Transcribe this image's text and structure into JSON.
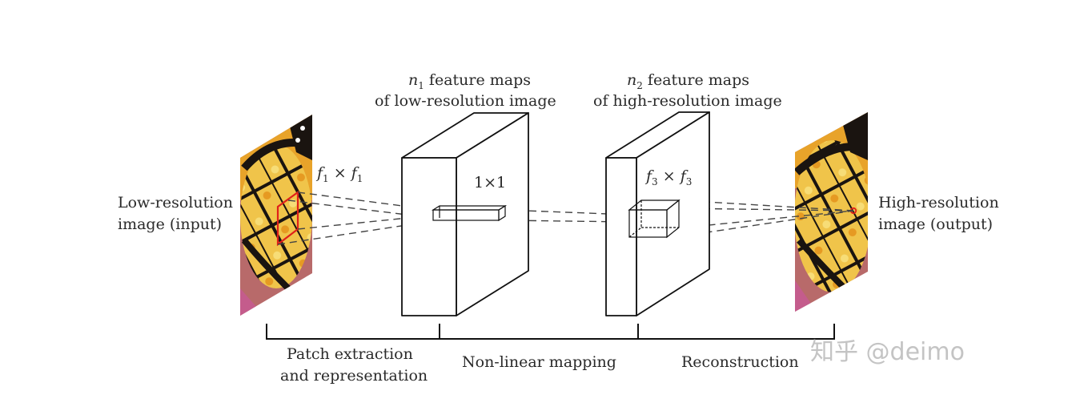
{
  "input_label": {
    "line1": "Low-resolution",
    "line2": "image (input)"
  },
  "output_label": {
    "line1": "High-resolution",
    "line2": "image (output)"
  },
  "block1": {
    "symbol": "n",
    "subscript": "1",
    "line1_rest": " feature maps",
    "line2": "of low-resolution image"
  },
  "block2": {
    "symbol": "n",
    "subscript": "2",
    "line1_rest": " feature maps",
    "line2": "of high-resolution image"
  },
  "filter1": {
    "a": "f",
    "a_sub": "1",
    "times": " × ",
    "b": "f",
    "b_sub": "1"
  },
  "filter2": {
    "text": "1×1"
  },
  "filter3": {
    "a": "f",
    "a_sub": "3",
    "times": " × ",
    "b": "f",
    "b_sub": "3"
  },
  "stages": {
    "stage1_line1": "Patch extraction",
    "stage1_line2": "and representation",
    "stage2": "Non-linear mapping",
    "stage3": "Reconstruction"
  },
  "watermark": "知乎 @deimo",
  "colors": {
    "patch_marker": "#e0201a",
    "butterfly_orange": "#e9a126",
    "butterfly_yellow": "#f3cf5a",
    "butterfly_black": "#1a1410"
  }
}
